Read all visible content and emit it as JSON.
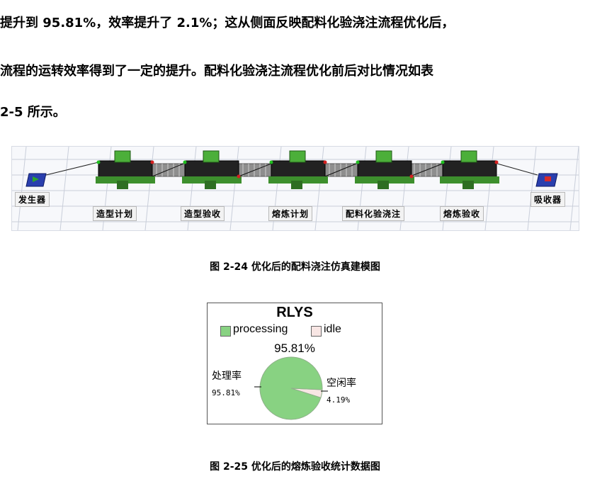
{
  "text": {
    "line1": "提升到 95.81%，效率提升了 2.1%；这从侧面反映配料化验浇注流程优化后，",
    "line2": "流程的运转效率得到了一定的提升。配料化验浇注流程优化前后对比情况如表",
    "line3": "2-5 所示。"
  },
  "figure1": {
    "caption": "图 2-24 优化后的配料浇注仿真建模图",
    "labels": {
      "source": "发生器",
      "stage1": "造型计划",
      "stage2": "造型验收",
      "stage3": "熔炼计划",
      "stage4": "配料化验浇注",
      "stage5": "熔炼验收",
      "sink": "吸收器"
    }
  },
  "figure2": {
    "caption": "图 2-25 优化后的熔炼验收统计数据图",
    "title": "RLYS",
    "legend": {
      "processing": "processing",
      "idle": "idle"
    },
    "percent_main": "95.81%",
    "processing_label": "处理率",
    "processing_value": "95.81%",
    "idle_label": "空闲率",
    "idle_value": "4.19%",
    "colors": {
      "processing": "#88d282",
      "idle": "#f8e6e4"
    }
  },
  "chart_data": {
    "type": "pie",
    "title": "RLYS",
    "categories": [
      "processing",
      "idle"
    ],
    "values": [
      95.81,
      4.19
    ]
  }
}
